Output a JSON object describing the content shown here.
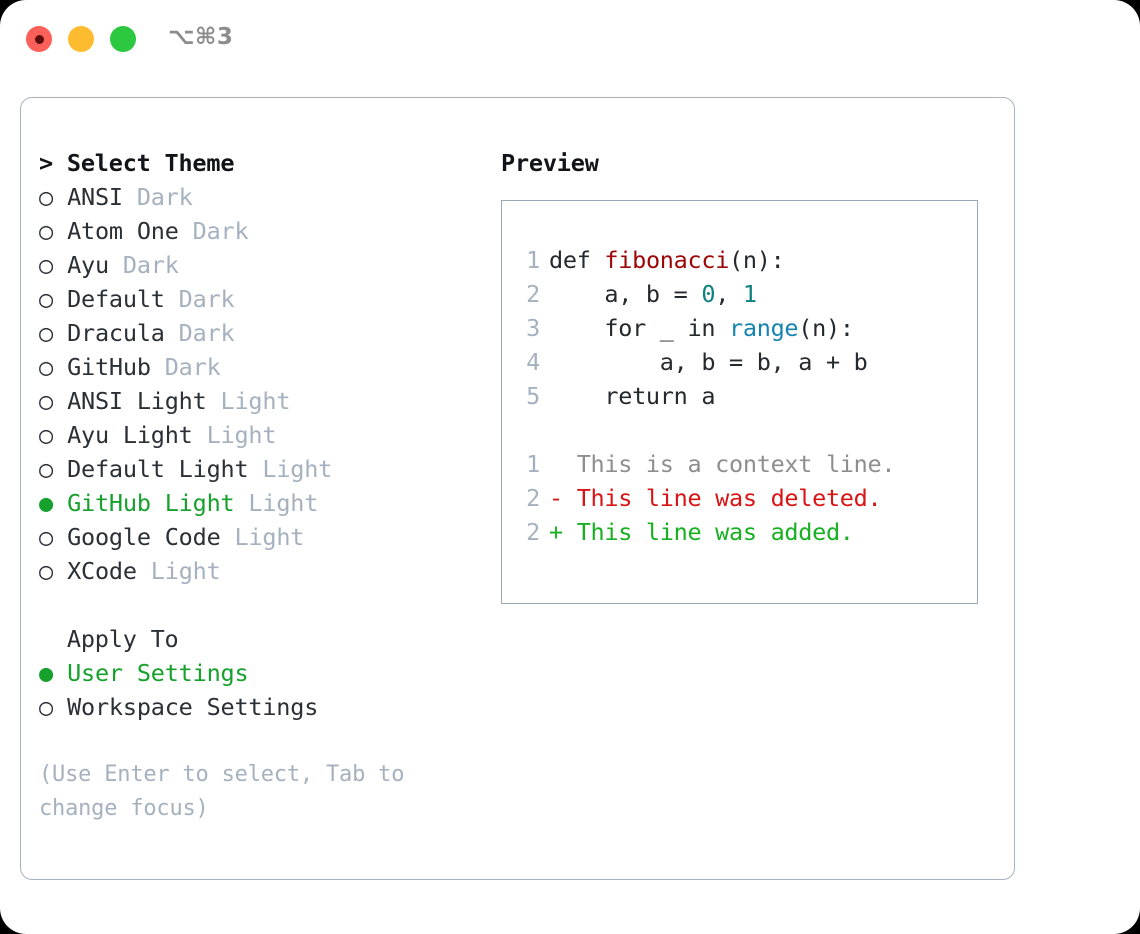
{
  "titlebar": {
    "shortcut": "⌥⌘3",
    "buttons": [
      {
        "name": "close",
        "color": "#fc6058"
      },
      {
        "name": "minimize",
        "color": "#fdbc2f"
      },
      {
        "name": "maximize",
        "color": "#2bc840"
      }
    ]
  },
  "theme_list": {
    "header": "> Select Theme",
    "bullet_unselected": "○",
    "bullet_selected": "●",
    "items": [
      {
        "bullet": "○",
        "label": "ANSI",
        "variant": "Dark",
        "selected": false
      },
      {
        "bullet": "○",
        "label": "Atom One",
        "variant": "Dark",
        "selected": false
      },
      {
        "bullet": "○",
        "label": "Ayu",
        "variant": "Dark",
        "selected": false
      },
      {
        "bullet": "○",
        "label": "Default",
        "variant": "Dark",
        "selected": false
      },
      {
        "bullet": "○",
        "label": "Dracula",
        "variant": "Dark",
        "selected": false
      },
      {
        "bullet": "○",
        "label": "GitHub",
        "variant": "Dark",
        "selected": false
      },
      {
        "bullet": "○",
        "label": "ANSI Light",
        "variant": "Light",
        "selected": false
      },
      {
        "bullet": "○",
        "label": "Ayu Light",
        "variant": "Light",
        "selected": false
      },
      {
        "bullet": "○",
        "label": "Default Light",
        "variant": "Light",
        "selected": false
      },
      {
        "bullet": "●",
        "label": "GitHub Light",
        "variant": "Light",
        "selected": true
      },
      {
        "bullet": "○",
        "label": "Google Code",
        "variant": "Light",
        "selected": false
      },
      {
        "bullet": "○",
        "label": "XCode",
        "variant": "Light",
        "selected": false
      }
    ]
  },
  "apply_to": {
    "header": "  Apply To",
    "items": [
      {
        "bullet": "●",
        "label": "User Settings",
        "selected": true
      },
      {
        "bullet": "○",
        "label": "Workspace Settings",
        "selected": false
      }
    ]
  },
  "hint": "(Use Enter to select, Tab to change focus)",
  "preview": {
    "title": "Preview",
    "code_lines": [
      {
        "lineno": "1",
        "tokens": [
          {
            "text": "def ",
            "type": "plain"
          },
          {
            "text": "fibonacci",
            "type": "fn"
          },
          {
            "text": "(n):",
            "type": "plain"
          }
        ]
      },
      {
        "lineno": "2",
        "tokens": [
          {
            "text": "    a, b = ",
            "type": "plain"
          },
          {
            "text": "0",
            "type": "num"
          },
          {
            "text": ", ",
            "type": "plain"
          },
          {
            "text": "1",
            "type": "num"
          }
        ]
      },
      {
        "lineno": "3",
        "tokens": [
          {
            "text": "    for _ in ",
            "type": "plain"
          },
          {
            "text": "range",
            "type": "call"
          },
          {
            "text": "(n):",
            "type": "plain"
          }
        ]
      },
      {
        "lineno": "4",
        "tokens": [
          {
            "text": "        a, b = b, a + b",
            "type": "plain"
          }
        ]
      },
      {
        "lineno": "5",
        "tokens": [
          {
            "text": "    return a",
            "type": "plain"
          }
        ]
      }
    ],
    "diff_lines": [
      {
        "lineno": "1",
        "marker": " ",
        "text": "  This is a context line.",
        "type": "ctx"
      },
      {
        "lineno": "2",
        "marker": "-",
        "text": "- This line was deleted.",
        "type": "del"
      },
      {
        "lineno": "2",
        "marker": "+",
        "text": "+ This line was added.",
        "type": "add"
      }
    ]
  },
  "colors": {
    "accent_green": "#16a02c",
    "muted": "#a6b1bf",
    "border": "#a8b2bf",
    "code_fn": "#9d0606",
    "code_num": "#0f8080",
    "code_call": "#1584b0",
    "diff_del": "#d81414",
    "diff_add": "#16b021",
    "diff_ctx": "#8e8e8e"
  }
}
